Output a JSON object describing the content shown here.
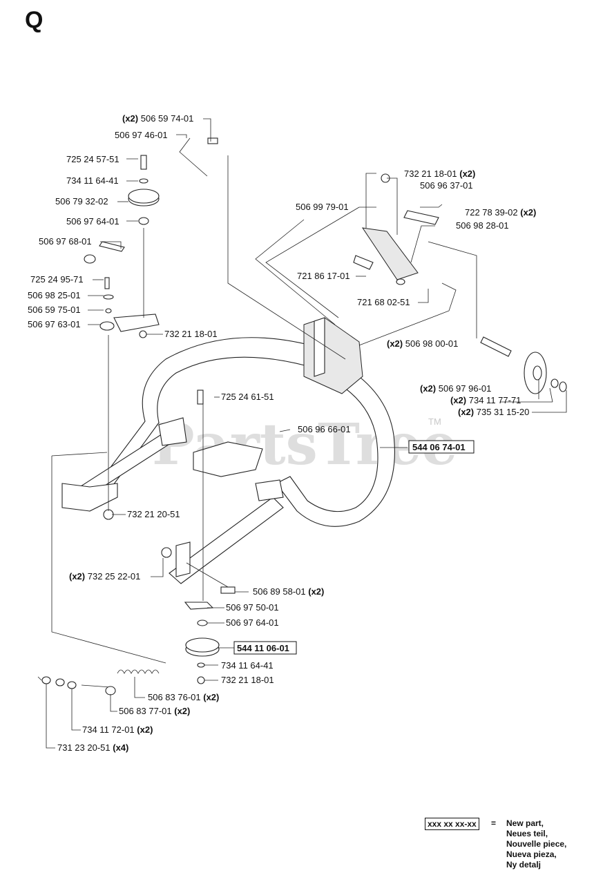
{
  "section": "Q",
  "watermark": {
    "text": "PartsTree",
    "tm": "TM"
  },
  "labels": [
    {
      "id": "l01",
      "qty": "(x2)",
      "part": "506 59 74-01",
      "suffix": ""
    },
    {
      "id": "l02",
      "qty": "",
      "part": "506 97 46-01",
      "suffix": ""
    },
    {
      "id": "l03",
      "qty": "",
      "part": "725 24 57-51",
      "suffix": ""
    },
    {
      "id": "l04",
      "qty": "",
      "part": "734 11 64-41",
      "suffix": ""
    },
    {
      "id": "l05",
      "qty": "",
      "part": "506 79 32-02",
      "suffix": ""
    },
    {
      "id": "l06",
      "qty": "",
      "part": "506 97 64-01",
      "suffix": ""
    },
    {
      "id": "l07",
      "qty": "",
      "part": "506 97 68-01",
      "suffix": ""
    },
    {
      "id": "l08",
      "qty": "",
      "part": "725 24 95-71",
      "suffix": ""
    },
    {
      "id": "l09",
      "qty": "",
      "part": "506 98 25-01",
      "suffix": ""
    },
    {
      "id": "l10",
      "qty": "",
      "part": "506 59 75-01",
      "suffix": ""
    },
    {
      "id": "l11",
      "qty": "",
      "part": "506 97 63-01",
      "suffix": ""
    },
    {
      "id": "l12",
      "qty": "",
      "part": "732 21 18-01",
      "suffix": ""
    },
    {
      "id": "l13",
      "qty": "",
      "part": "732 21 18-01",
      "suffix": "(x2)"
    },
    {
      "id": "l14",
      "qty": "",
      "part": "506 96 37-01",
      "suffix": ""
    },
    {
      "id": "l15",
      "qty": "",
      "part": "506 99 79-01",
      "suffix": ""
    },
    {
      "id": "l16",
      "qty": "",
      "part": "722 78 39-02",
      "suffix": "(x2)"
    },
    {
      "id": "l17",
      "qty": "",
      "part": "506 98 28-01",
      "suffix": ""
    },
    {
      "id": "l18",
      "qty": "",
      "part": "721 86 17-01",
      "suffix": ""
    },
    {
      "id": "l19",
      "qty": "",
      "part": "721 68 02-51",
      "suffix": ""
    },
    {
      "id": "l20",
      "qty": "(x2)",
      "part": "506 98 00-01",
      "suffix": ""
    },
    {
      "id": "l21",
      "qty": "(x2)",
      "part": "506 97 96-01",
      "suffix": ""
    },
    {
      "id": "l22",
      "qty": "(x2)",
      "part": "734 11 77-71",
      "suffix": ""
    },
    {
      "id": "l23",
      "qty": "(x2)",
      "part": "735 31 15-20",
      "suffix": ""
    },
    {
      "id": "l24",
      "qty": "",
      "part": "725 24 61-51",
      "suffix": ""
    },
    {
      "id": "l25",
      "qty": "",
      "part": "506 96 66-01",
      "suffix": ""
    },
    {
      "id": "l26",
      "qty": "",
      "part": "732 21 20-51",
      "suffix": ""
    },
    {
      "id": "l27",
      "qty": "(x2)",
      "part": "732 25 22-01",
      "suffix": ""
    },
    {
      "id": "l28",
      "qty": "",
      "part": "506 89 58-01",
      "suffix": "(x2)"
    },
    {
      "id": "l29",
      "qty": "",
      "part": "506 97 50-01",
      "suffix": ""
    },
    {
      "id": "l30",
      "qty": "",
      "part": "506 97 64-01",
      "suffix": ""
    },
    {
      "id": "l31",
      "qty": "",
      "part": "734 11 64-41",
      "suffix": ""
    },
    {
      "id": "l32",
      "qty": "",
      "part": "732 21 18-01",
      "suffix": ""
    },
    {
      "id": "l33",
      "qty": "",
      "part": "506 83 76-01",
      "suffix": "(x2)"
    },
    {
      "id": "l34",
      "qty": "",
      "part": "506 83 77-01",
      "suffix": "(x2)"
    },
    {
      "id": "l35",
      "qty": "",
      "part": "734 11 72-01",
      "suffix": "(x2)"
    },
    {
      "id": "l36",
      "qty": "",
      "part": "731 23 20-51",
      "suffix": "(x4)"
    }
  ],
  "new_parts": [
    "544 06 74-01",
    "544 11 06-01"
  ],
  "legend": {
    "code": "xxx xx xx-xx",
    "equals": "=",
    "meanings": [
      "New part,",
      "Neues teil,",
      "Nouvelle piece,",
      "Nueva pieza,",
      "Ny detalj"
    ]
  }
}
